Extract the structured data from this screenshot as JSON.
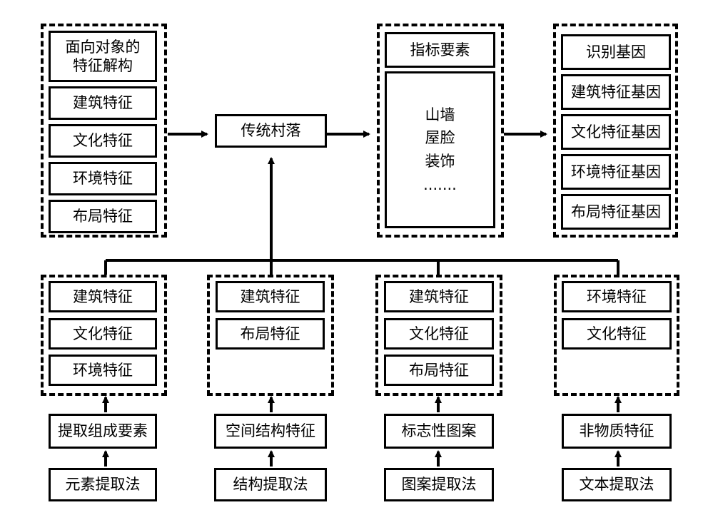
{
  "left_group": {
    "header_line1": "面向对象的",
    "header_line2": "特征解构",
    "items": [
      "建筑特征",
      "文化特征",
      "环境特征",
      "布局特征"
    ]
  },
  "center_node": "传统村落",
  "indicator": {
    "title": "指标要素",
    "items": [
      "山墙",
      "屋脸",
      "装饰",
      "......."
    ]
  },
  "gene": {
    "title": "识别基因",
    "items": [
      "建筑特征基因",
      "文化特征基因",
      "环境特征基因",
      "布局特征基因"
    ]
  },
  "columns": [
    {
      "features": [
        "建筑特征",
        "文化特征",
        "环境特征"
      ],
      "step": "提取组成要素",
      "method": "元素提取法"
    },
    {
      "features": [
        "建筑特征",
        "布局特征"
      ],
      "step": "空间结构特征",
      "method": "结构提取法"
    },
    {
      "features": [
        "建筑特征",
        "文化特征",
        "布局特征"
      ],
      "step": "标志性图案",
      "method": "图案提取法"
    },
    {
      "features": [
        "环境特征",
        "文化特征"
      ],
      "step": "非物质特征",
      "method": "文本提取法"
    }
  ]
}
